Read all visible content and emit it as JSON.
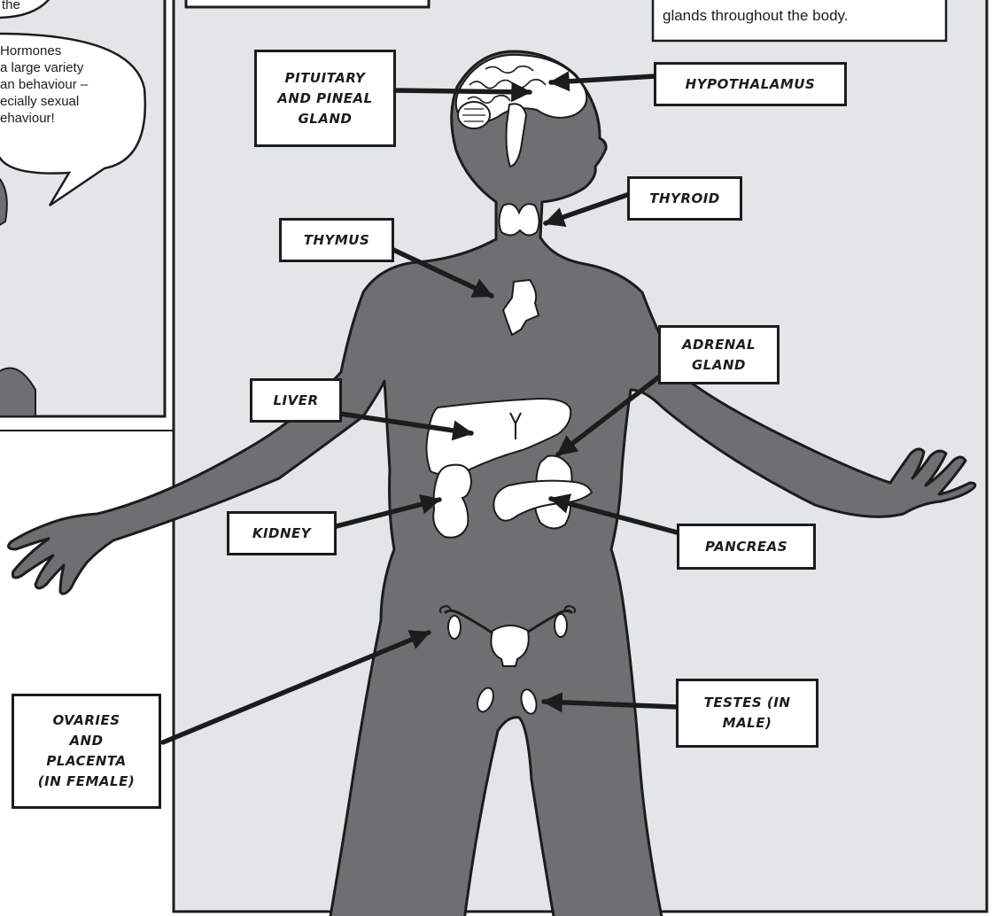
{
  "colors": {
    "panel": "#e3e6e8",
    "body": "#6f6f72",
    "organ": "#ffffff",
    "ink": "#1c1c1c"
  },
  "caption": {
    "text": "glands throughout the body."
  },
  "speech_bubble": {
    "top_text": "the",
    "text": "Hormones\n a large variety\nan behaviour –\necially sexual\nehaviour!"
  },
  "labels": {
    "pituitary": "PITUITARY\nAND PINEAL\nGLAND",
    "hypothalamus": "HYPOTHALAMUS",
    "thyroid": "THYROID",
    "thymus": "THYMUS",
    "adrenal": "ADRENAL\nGLAND",
    "liver": "LIVER",
    "kidney": "KIDNEY",
    "pancreas": "PANCREAS",
    "ovaries": "OVARIES\nAND\nPLACENTA\n(IN FEMALE)",
    "testes": "TESTES (IN\nMALE)"
  }
}
